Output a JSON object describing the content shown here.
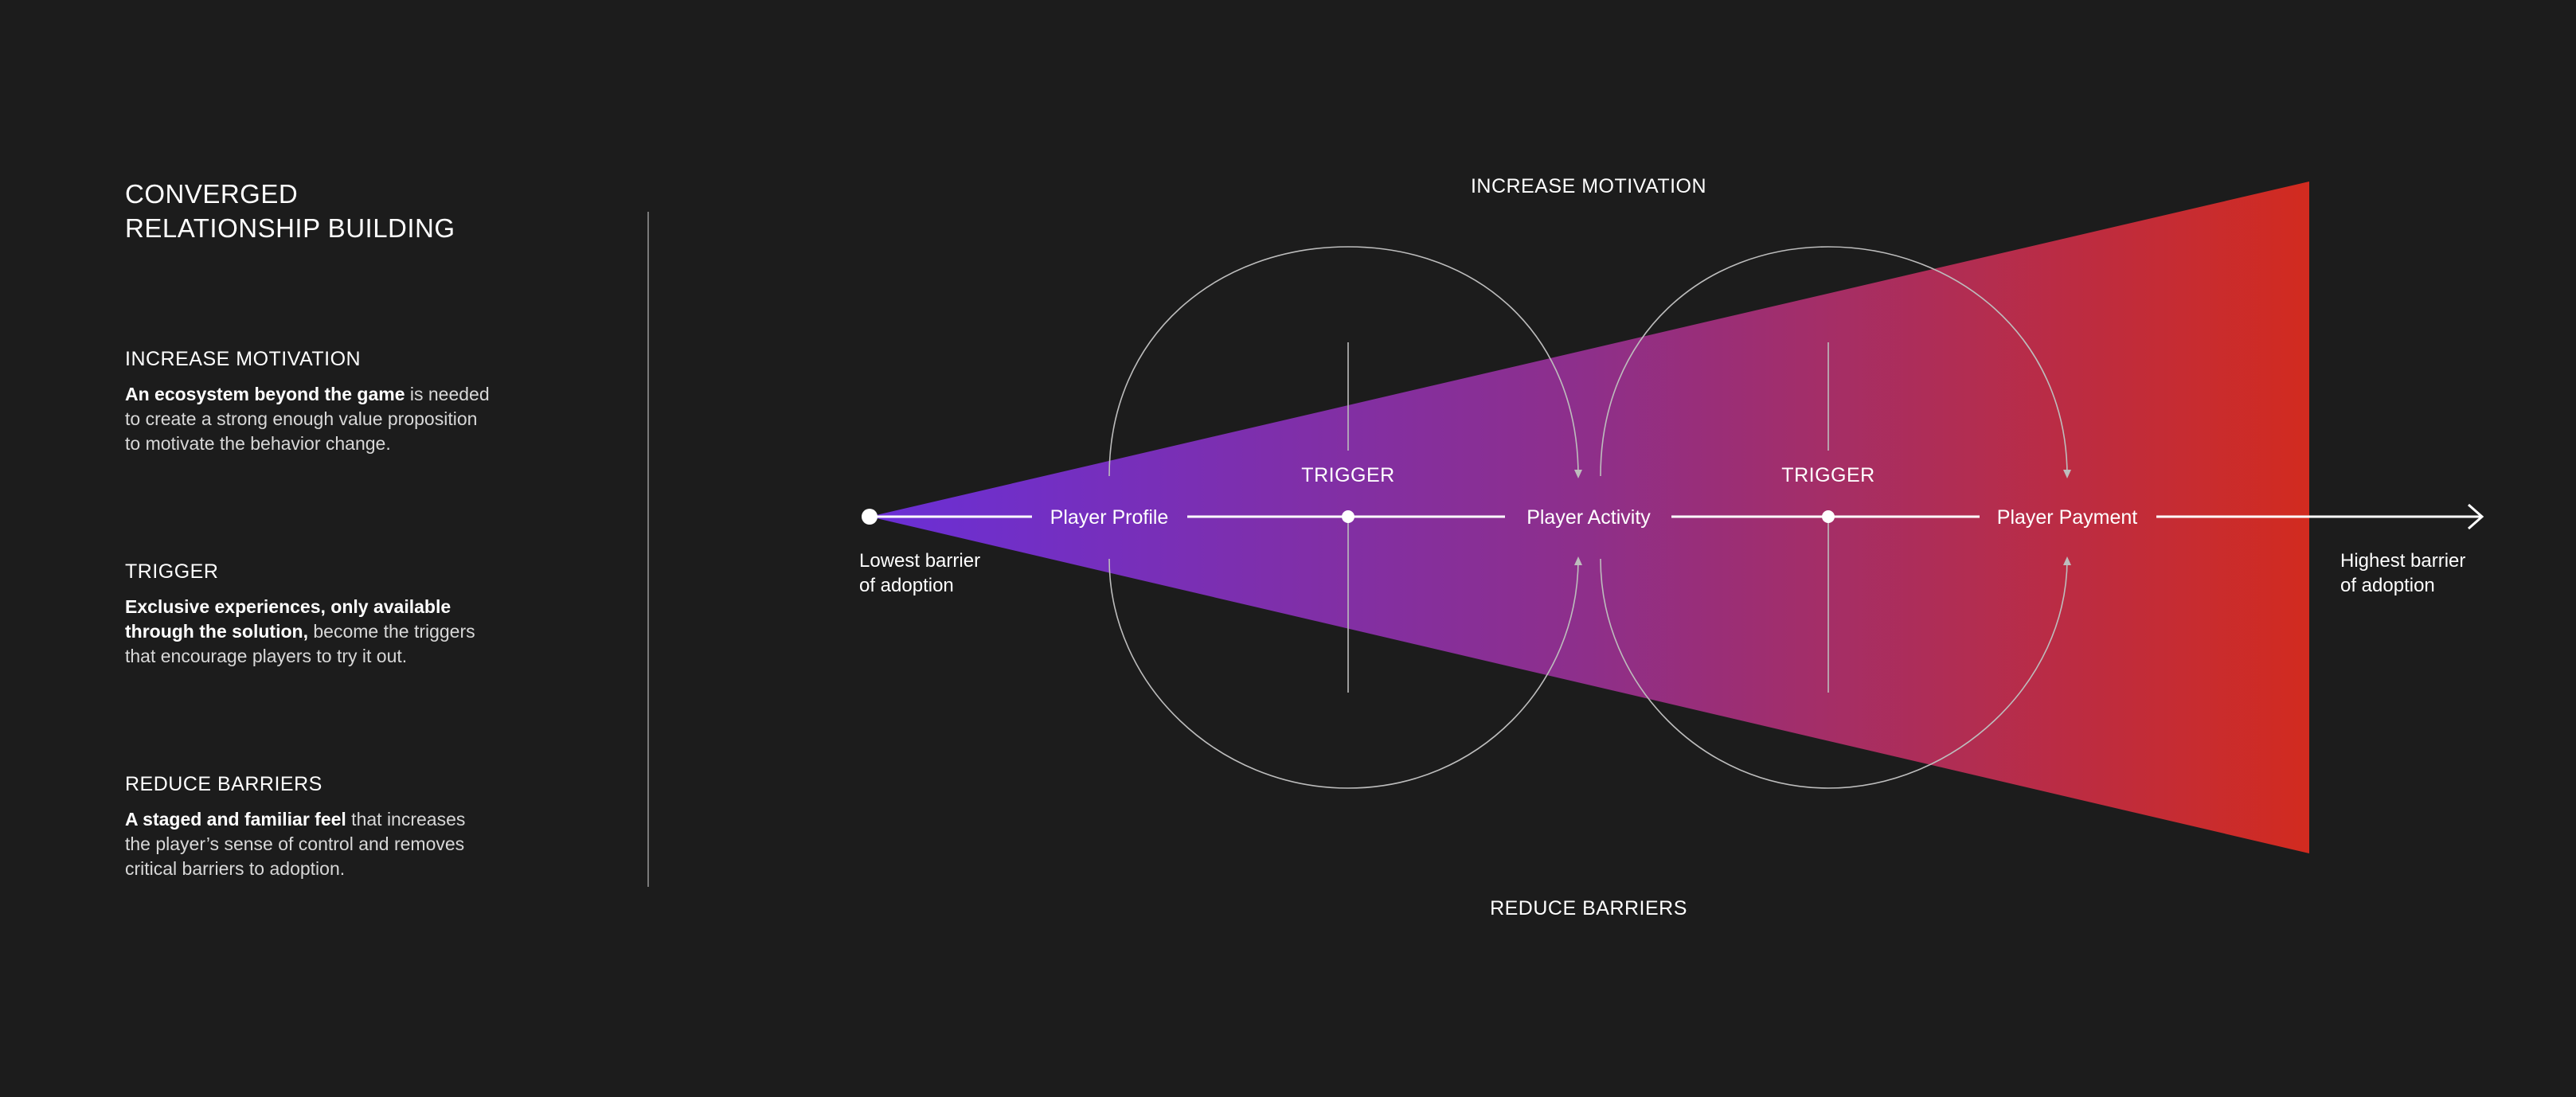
{
  "sidebar": {
    "title_line1": "CONVERGED",
    "title_line2": "RELATIONSHIP BUILDING",
    "sections": [
      {
        "heading": "INCREASE MOTIVATION",
        "bold": "An ecosystem beyond the game",
        "rest_line1": " is needed",
        "rest_line2": "to create a strong enough value proposition",
        "rest_line3": "to motivate the behavior change."
      },
      {
        "heading": "TRIGGER",
        "bold_line1": "Exclusive experiences, only available",
        "bold_line2": "through the solution,",
        "rest_line2": " become the triggers",
        "rest_line3": "that encourage players to try it out."
      },
      {
        "heading": "REDUCE BARRIERS",
        "bold": "A staged and familiar feel",
        "rest_line1": " that increases",
        "rest_line2": "the player’s sense of control and removes",
        "rest_line3": "critical barriers to adoption."
      }
    ]
  },
  "diagram": {
    "top_label": "INCREASE MOTIVATION",
    "bottom_label": "REDUCE BARRIERS",
    "stages": [
      "Player Profile",
      "Player Activity",
      "Player Payment"
    ],
    "triggers": [
      "TRIGGER",
      "TRIGGER"
    ],
    "start_label_line1": "Lowest barrier",
    "start_label_line2": "of adoption",
    "end_label_line1": "Highest barrier",
    "end_label_line2": "of adoption",
    "gradient_start": "#6a2fd6",
    "gradient_mid": "#8e2f8a",
    "gradient_end": "#d22b1f"
  }
}
